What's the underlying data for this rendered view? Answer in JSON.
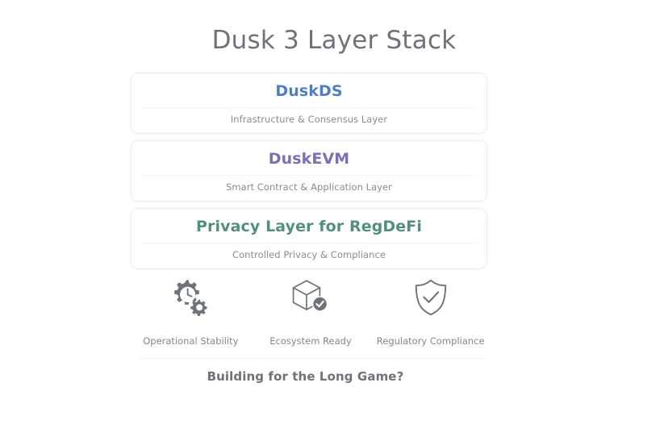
{
  "page": {
    "title": "Dusk 3 Layer Stack",
    "background_color": "#ffffff"
  },
  "layers": [
    {
      "name": "DuskDS",
      "subtitle": "Infrastructure & Consensus Layer",
      "color": "#4f7fc2"
    },
    {
      "name": "DuskEVM",
      "subtitle": "Smart Contract & Application Layer",
      "color": "#7b70b6"
    },
    {
      "name": "Privacy Layer for RegDeFi",
      "subtitle": "Controlled Privacy & Compliance",
      "color": "#519179"
    }
  ],
  "features": [
    {
      "label": "Operational Stability",
      "icon": "gear-clock-icon"
    },
    {
      "label": "Ecosystem Ready",
      "icon": "cube-check-icon"
    },
    {
      "label": "Regulatory Compliance",
      "icon": "shield-check-icon"
    }
  ],
  "footer": {
    "text": "Building for the Long Game?"
  }
}
